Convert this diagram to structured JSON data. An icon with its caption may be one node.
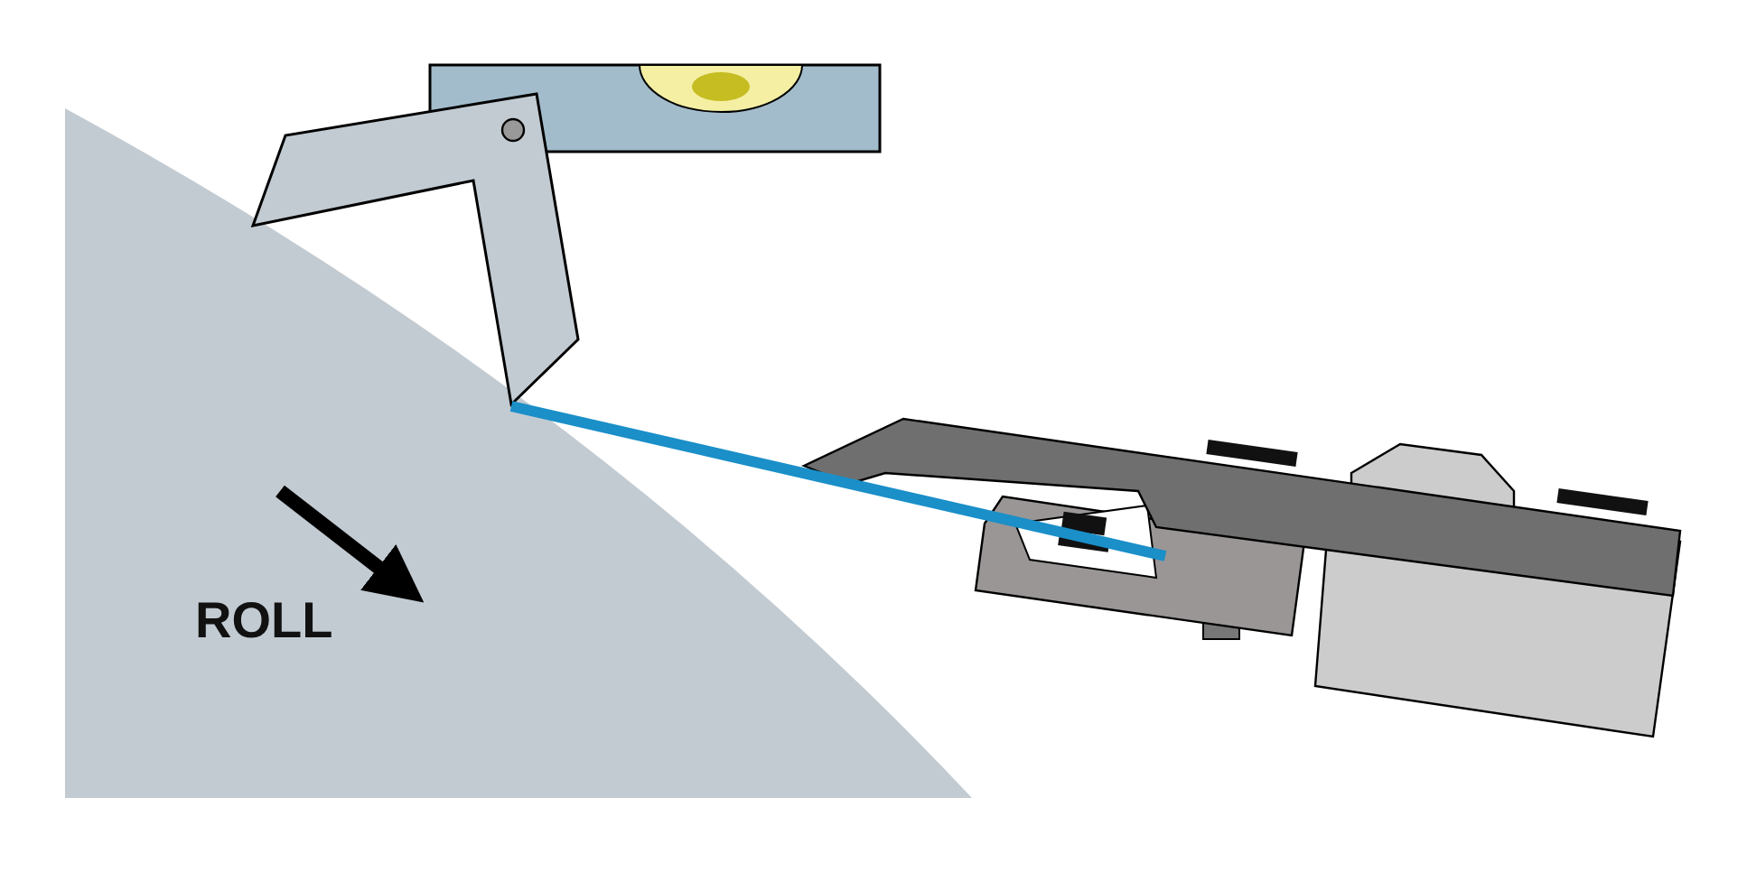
{
  "diagram": {
    "nodes": [
      {
        "text": [],
        "shape": "picture"
      },
      {
        "text": [],
        "shape": "picture"
      }
    ],
    "edges": [
      {
        "from": 0,
        "to": 1,
        "arrow": "none"
      }
    ],
    "labels": [
      "ROLL"
    ]
  }
}
